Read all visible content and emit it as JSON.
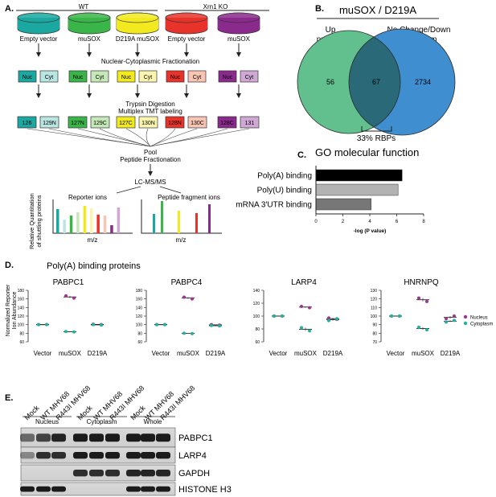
{
  "panel_letters": {
    "a": "A.",
    "b": "B.",
    "c": "C.",
    "d": "D.",
    "e": "E."
  },
  "panel_a": {
    "group_wt": "WT",
    "group_ko": "Xrn1 KO",
    "conditions": [
      {
        "label": "Empty vector",
        "color": "#1aa8a0",
        "nuc_tmt": "126",
        "cyt_tmt": "129N",
        "nuc_fill": "#1aa8a0",
        "cyt_fill": "#b9e6e2"
      },
      {
        "label": "muSOX",
        "color": "#3ab54a",
        "nuc_tmt": "127N",
        "cyt_tmt": "129C",
        "nuc_fill": "#3ab54a",
        "cyt_fill": "#c4e8b8"
      },
      {
        "label": "D219A muSOX",
        "color": "#f2ea1f",
        "nuc_tmt": "127C",
        "cyt_tmt": "130N",
        "nuc_fill": "#f2ea1f",
        "cyt_fill": "#fbf5b0"
      },
      {
        "label": "Empty vector",
        "color": "#e8332a",
        "nuc_tmt": "128N",
        "cyt_tmt": "130C",
        "nuc_fill": "#e8332a",
        "cyt_fill": "#f8c4b4"
      },
      {
        "label": "muSOX",
        "color": "#8a2a8c",
        "nuc_tmt": "128C",
        "cyt_tmt": "131",
        "nuc_fill": "#8a2a8c",
        "cyt_fill": "#cfa8d4"
      }
    ],
    "nuc_label": "Nuc",
    "cyt_label": "Cyt",
    "step1": "Nuclear-Cytoplasmic Fractionation",
    "step2a": "Trypsin Digestion",
    "step2b": "Multiplex TMT labeling",
    "step3a": "Pool",
    "step3b": "Peptide Fractionation",
    "step4": "LC-MS/MS",
    "reporter_title": "Reporter ions",
    "fragment_title": "Peptide fragment ions",
    "mz_label": "m/z",
    "yaxis_line1": "Relative Quantitation",
    "yaxis_line2": "of shuttling proteins"
  },
  "panel_b": {
    "title": "muSOX / D219A",
    "left_label_line1": "Up",
    "left_label_line2": "nucleus",
    "right_label_line1": "No Change/Down",
    "right_label_line2": "cytoplasm",
    "left_only": "56",
    "overlap": "67",
    "right_only": "2734",
    "bracket_label": "33% RBPs",
    "colors": {
      "left": "#62c08e",
      "right": "#3f8ed0",
      "overlap": "#2a6a78"
    }
  },
  "panel_c": {
    "title": "GO molecular function",
    "chart_data": {
      "type": "bar",
      "orientation": "horizontal",
      "categories": [
        "Poly(A) binding",
        "Poly(U) binding",
        "mRNA 3'UTR binding"
      ],
      "values": [
        6.4,
        6.1,
        4.1
      ],
      "colors": [
        "#000000",
        "#b3b3b3",
        "#777777"
      ],
      "xlabel": "-log (P value)",
      "xlim": [
        0,
        8
      ],
      "xticks": [
        "0",
        "2",
        "4",
        "6",
        "8"
      ]
    }
  },
  "panel_d": {
    "heading": "Poly(A) binding proteins",
    "ylabel_line1": "Normalized Reporter",
    "ylabel_line2": "Ion Abundance",
    "legend": [
      {
        "label": "Nucleus",
        "color": "#a0338f"
      },
      {
        "label": "Cytoplasm",
        "color": "#1fb39e"
      }
    ],
    "chart_data": [
      {
        "type": "scatter",
        "title": "PABPC1",
        "categories": [
          "Vector",
          "muSOX",
          "D219A"
        ],
        "ylim": [
          60,
          180
        ],
        "yticks": [
          "60",
          "80",
          "100",
          "120",
          "140",
          "160",
          "180"
        ],
        "series": [
          {
            "name": "Nucleus",
            "values": [
              [
                100,
                100
              ],
              [
                167,
                162
              ],
              [
                101,
                100
              ]
            ]
          },
          {
            "name": "Cytoplasm",
            "values": [
              [
                100,
                100
              ],
              [
                84,
                83
              ],
              [
                100,
                99
              ]
            ]
          }
        ]
      },
      {
        "type": "scatter",
        "title": "PABPC4",
        "categories": [
          "Vector",
          "muSOX",
          "D219A"
        ],
        "ylim": [
          60,
          180
        ],
        "yticks": [
          "60",
          "80",
          "100",
          "120",
          "140",
          "160",
          "180"
        ],
        "series": [
          {
            "name": "Nucleus",
            "values": [
              [
                100,
                100
              ],
              [
                164,
                160
              ],
              [
                100,
                99
              ]
            ]
          },
          {
            "name": "Cytoplasm",
            "values": [
              [
                100,
                100
              ],
              [
                80,
                79
              ],
              [
                98,
                97
              ]
            ]
          }
        ]
      },
      {
        "type": "scatter",
        "title": "LARP4",
        "categories": [
          "Vector",
          "muSOX",
          "D219A"
        ],
        "ylim": [
          60,
          140
        ],
        "yticks": [
          "60",
          "80",
          "100",
          "120",
          "140"
        ],
        "series": [
          {
            "name": "Nucleus",
            "values": [
              [
                100,
                100
              ],
              [
                115,
                113
              ],
              [
                97,
                95
              ]
            ]
          },
          {
            "name": "Cytoplasm",
            "values": [
              [
                100,
                100
              ],
              [
                82,
                77
              ],
              [
                93,
                96
              ]
            ]
          }
        ]
      },
      {
        "type": "scatter",
        "title": "HNRNPQ",
        "categories": [
          "Vector",
          "muSOX",
          "D219A"
        ],
        "ylim": [
          70,
          130
        ],
        "yticks": [
          "70",
          "80",
          "90",
          "100",
          "110",
          "120",
          "130"
        ],
        "series": [
          {
            "name": "Nucleus",
            "values": [
              [
                100,
                100
              ],
              [
                121,
                117
              ],
              [
                97,
                100
              ]
            ]
          },
          {
            "name": "Cytoplasm",
            "values": [
              [
                100,
                100
              ],
              [
                87,
                84
              ],
              [
                93,
                95
              ]
            ]
          }
        ]
      }
    ]
  },
  "panel_e": {
    "lanes": [
      "Mock",
      "WT MHV68",
      "R443I MHV68",
      "Mock",
      "WT MHV68",
      "R443I MHV68",
      "Mock",
      "WT MHV68",
      "R443I MHV68"
    ],
    "groups": [
      "Nucleus",
      "Cytoplasm",
      "Whole"
    ],
    "blots": [
      "PABPC1",
      "LARP4",
      "GAPDH",
      "HISTONE H3"
    ]
  }
}
